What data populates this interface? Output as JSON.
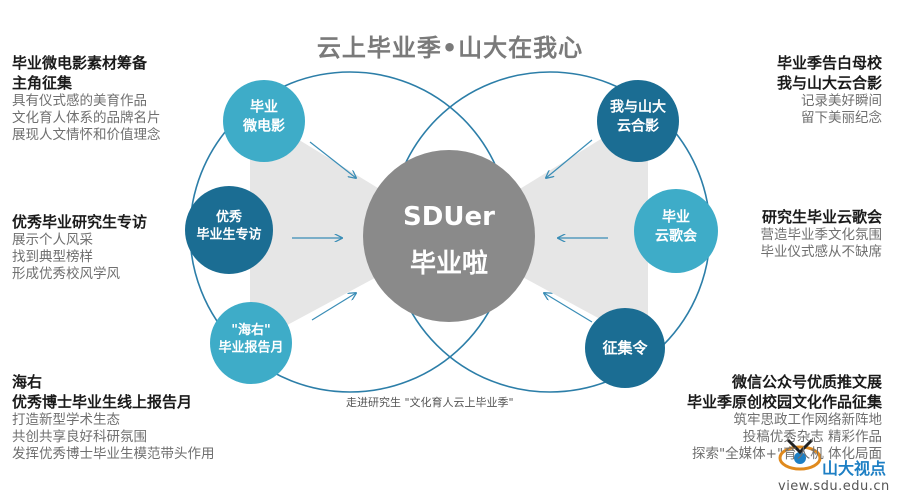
{
  "title": "云上毕业季•山大在我心",
  "center": {
    "line1": "SDUer",
    "line2": "毕业啦"
  },
  "nodes": {
    "weidianying": "毕业\n微电影",
    "zhuanfang": "优秀\n毕业生专访",
    "haiyou": "\"海右\"\n毕业报告月",
    "heying": "我与山大\n云合影",
    "yungehui": "毕业\n云歌会",
    "zhengjiling": "征集令"
  },
  "left_blocks": {
    "b1": {
      "head": [
        "毕业微电影素材筹备",
        "主角征集"
      ],
      "lines": [
        "具有仪式感的美育作品",
        "文化育人体系的品牌名片",
        "展现人文情怀和价值理念"
      ]
    },
    "b2": {
      "head": [
        "优秀毕业研究生专访"
      ],
      "lines": [
        "展示个人风采",
        "找到典型榜样",
        "形成优秀校风学风"
      ]
    },
    "b3": {
      "head": [
        "海右",
        "优秀博士毕业生线上报告月"
      ],
      "lines": [
        "打造新型学术生态",
        "共创共享良好科研氛围",
        "发挥优秀博士毕业生模范带头作用"
      ]
    }
  },
  "right_blocks": {
    "b1": {
      "head": [
        "毕业季告白母校",
        "我与山大云合影"
      ],
      "lines": [
        "记录美好瞬间",
        "留下美丽纪念"
      ]
    },
    "b2": {
      "head": [
        "研究生毕业云歌会"
      ],
      "lines": [
        "营造毕业季文化氛围",
        "毕业仪式感从不缺席"
      ]
    },
    "b3": {
      "head": [
        "微信公众号优质推文展",
        "毕业季原创校园文化作品征集"
      ],
      "lines": [
        "筑牢思政工作网络新阵地",
        "投稿优秀杂志     精彩作品",
        "探索\"全媒体+\"育人机        体化局面"
      ]
    }
  },
  "caption": "走进研究生 \"文化育人云上毕业季\"",
  "watermark": {
    "text": "山大视点",
    "url": "view.sdu.edu.cn"
  },
  "colors": {
    "teal": "#3eacc8",
    "dark_blue": "#1b6d93",
    "mid_blue": "#2689ae",
    "center_gray": "#8a8a8a",
    "arc": "#2c7ea8",
    "wedge": "#e4e4e4"
  }
}
